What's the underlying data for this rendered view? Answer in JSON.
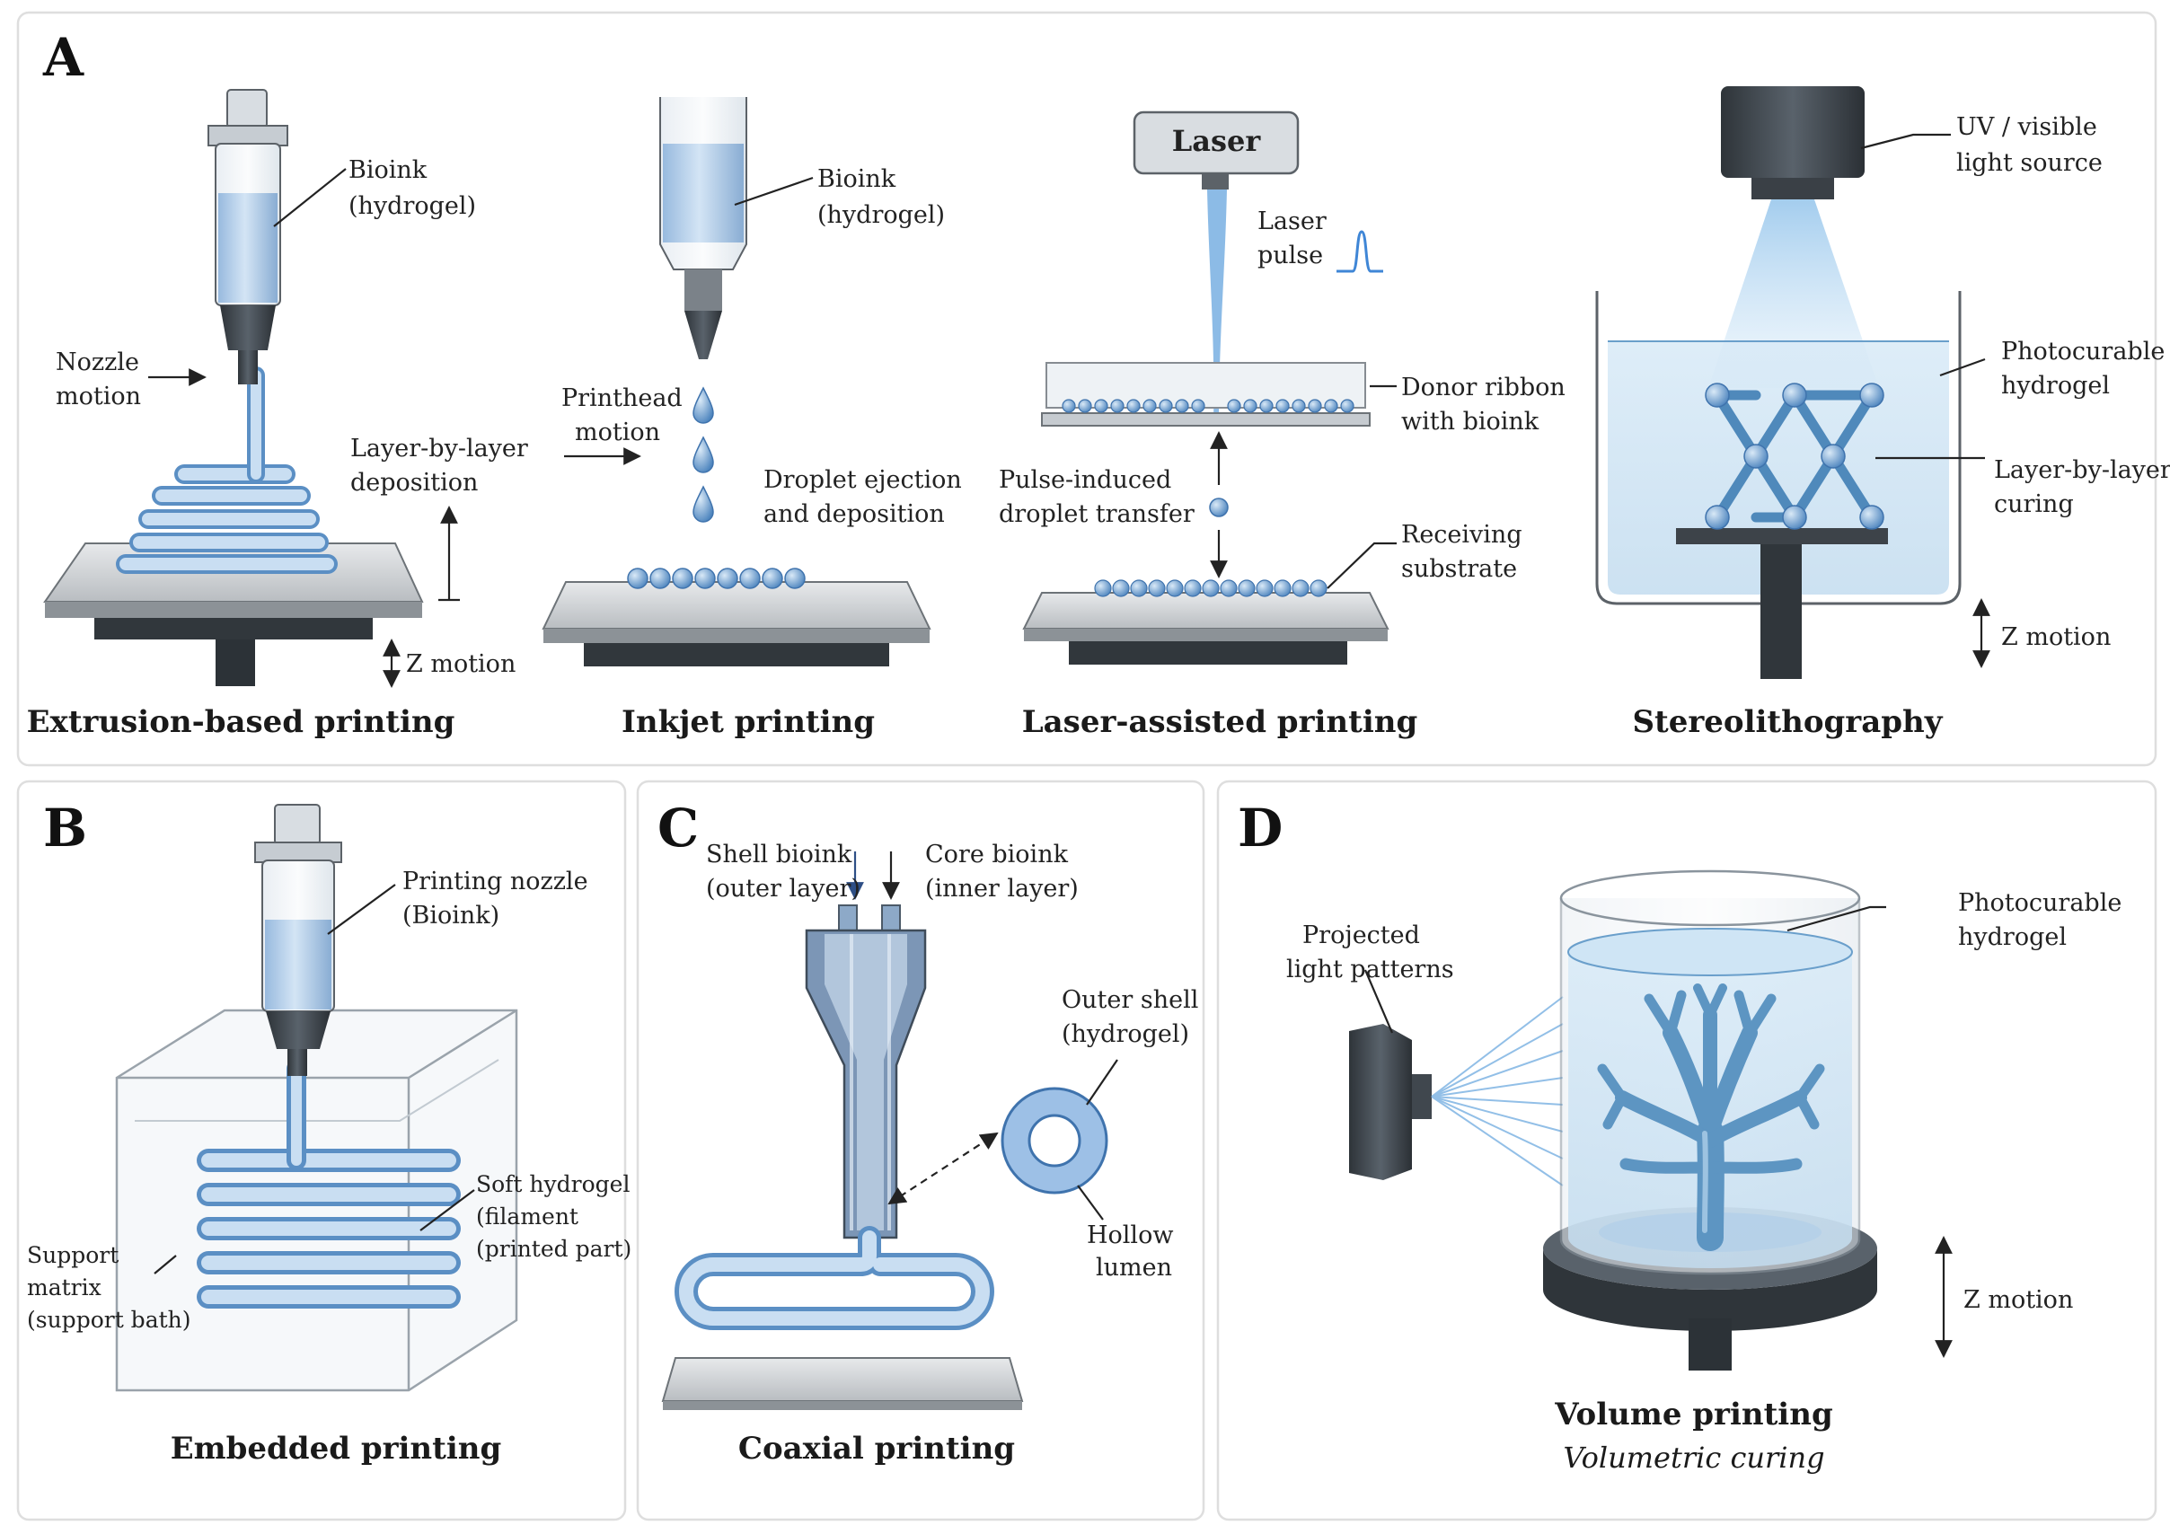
{
  "panels": {
    "A": {
      "letter": "A",
      "extrusion": {
        "title": "Extrusion-based printing",
        "bioink_1": "Bioink",
        "bioink_2": "(hydrogel)",
        "nozzle_1": "Nozzle",
        "nozzle_2": "motion",
        "layer_1": "Layer-by-layer",
        "layer_2": "deposition",
        "z": "Z motion"
      },
      "inkjet": {
        "title": "Inkjet printing",
        "bioink_1": "Bioink",
        "bioink_2": "(hydrogel)",
        "printhead_1": "Printhead",
        "printhead_2": "motion",
        "droplet_1": "Droplet ejection",
        "droplet_2": "and deposition"
      },
      "laser": {
        "title": "Laser-assisted printing",
        "laser_box": "Laser",
        "pulse_1": "Laser",
        "pulse_2": "pulse",
        "donor_1": "Donor ribbon",
        "donor_2": "with bioink",
        "transfer_1": "Pulse-induced",
        "transfer_2": "droplet transfer",
        "receiving_1": "Receiving",
        "receiving_2": "substrate"
      },
      "sla": {
        "title": "Stereolithography",
        "source_1": "UV / visible",
        "source_2": "light source",
        "photo_1": "Photocurable",
        "photo_2": "hydrogel",
        "curing_1": "Layer-by-layer",
        "curing_2": "curing",
        "z": "Z motion"
      }
    },
    "B": {
      "letter": "B",
      "title": "Embedded printing",
      "nozzle_1": "Printing nozzle",
      "nozzle_2": "(Bioink)",
      "soft_1": "Soft hydrogel",
      "soft_2": "(filament",
      "soft_3": "(printed part)",
      "support_1": "Support",
      "support_2": "matrix",
      "support_3": "(support bath)"
    },
    "C": {
      "letter": "C",
      "title": "Coaxial printing",
      "shell_1": "Shell bioink",
      "shell_2": "(outer layer)",
      "core_1": "Core bioink",
      "core_2": "(inner layer)",
      "outer_1": "Outer shell",
      "outer_2": "(hydrogel)",
      "hollow_1": "Hollow",
      "hollow_2": "lumen"
    },
    "D": {
      "letter": "D",
      "title": "Volume printing",
      "subtitle": "Volumetric curing",
      "projected_1": "Projected",
      "projected_2": "light patterns",
      "photo_1": "Photocurable",
      "photo_2": "hydrogel",
      "z": "Z motion"
    }
  },
  "colors": {
    "bioink": "#a9c8e8",
    "bioink_dark": "#5b8fc4",
    "metal_dark": "#3f464d",
    "plate": "#d9dcdf"
  }
}
